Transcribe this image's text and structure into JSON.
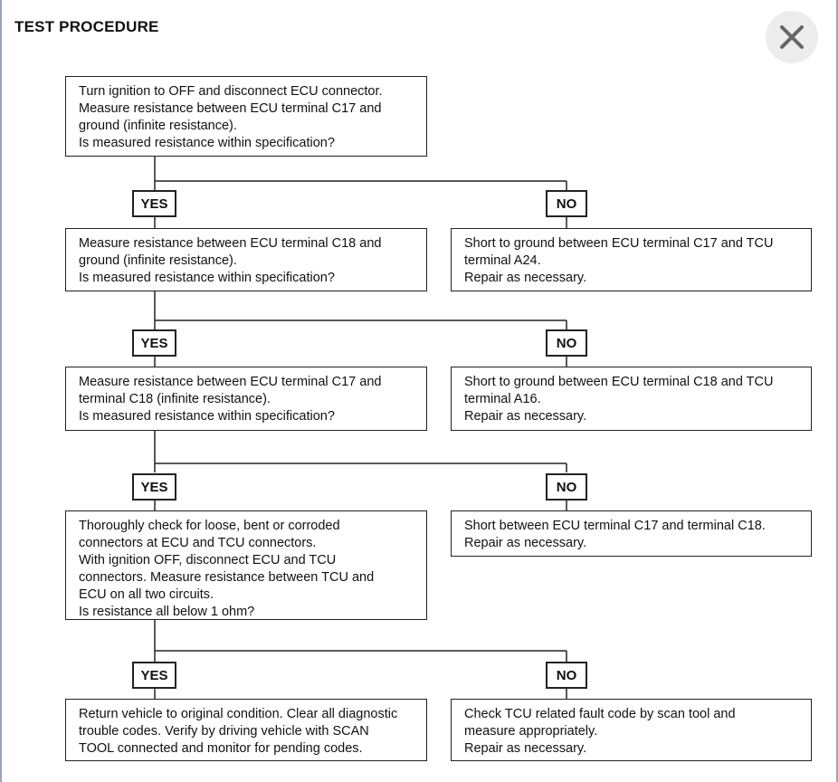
{
  "title": "TEST PROCEDURE",
  "close_icon": "close-icon",
  "labels": {
    "yes": "YES",
    "no": "NO"
  },
  "steps": [
    {
      "question": [
        "Turn ignition to OFF and disconnect ECU connector.",
        "Measure resistance between ECU terminal C17 and",
        "ground (infinite resistance).",
        "Is measured resistance within specification?"
      ],
      "no_result": [
        "Short to ground between ECU terminal C17 and TCU",
        "terminal A24.",
        "Repair as necessary."
      ]
    },
    {
      "question": [
        "Measure resistance between ECU terminal C18 and",
        "ground (infinite resistance).",
        "Is measured resistance within specification?"
      ],
      "no_result": [
        "Short to ground between ECU terminal C18 and TCU",
        "terminal A16.",
        "Repair as necessary."
      ]
    },
    {
      "question": [
        "Measure resistance between ECU terminal C17 and",
        "terminal C18 (infinite resistance).",
        "Is measured resistance within specification?"
      ],
      "no_result": [
        "Short between ECU terminal C17 and terminal C18.",
        "Repair as necessary."
      ]
    },
    {
      "question": [
        "Thoroughly check for loose, bent or corroded",
        "connectors at ECU and TCU connectors.",
        "With ignition OFF, disconnect ECU and TCU",
        "connectors. Measure resistance between TCU and",
        "ECU on all two circuits.",
        "Is resistance all below 1 ohm?"
      ],
      "no_result": [
        "Check TCU related fault code by scan tool and",
        "measure appropriately.",
        "Repair as necessary."
      ]
    }
  ],
  "final_yes": [
    "Return vehicle to original condition. Clear all diagnostic",
    "trouble codes. Verify by driving vehicle with SCAN",
    "TOOL connected and monitor for pending codes."
  ]
}
